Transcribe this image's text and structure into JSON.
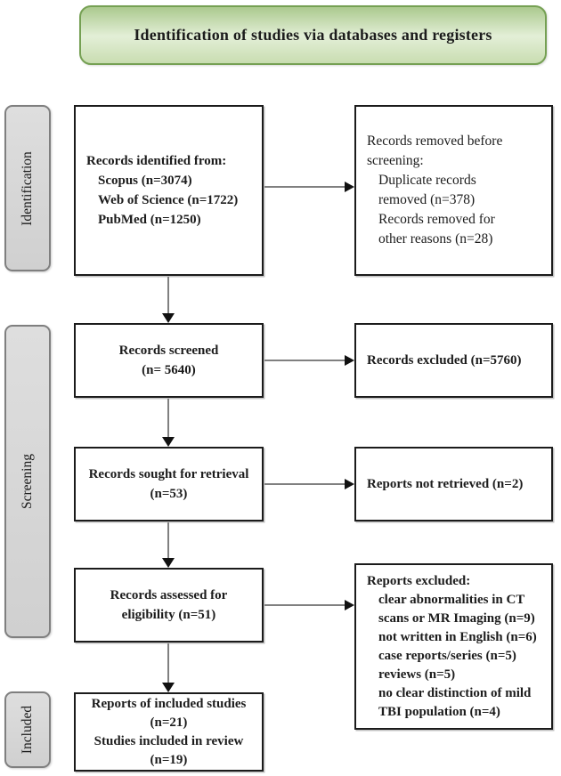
{
  "header": {
    "title": "Identification of studies via databases and registers"
  },
  "sidebar": {
    "identification": "Identification",
    "screening": "Screening",
    "included": "Included"
  },
  "boxes": {
    "identified": {
      "title": "Records identified from:",
      "items": [
        "Scopus (n=3074)",
        "Web of Science (n=1722)",
        "PubMed (n=1250)"
      ]
    },
    "removed_before": {
      "title": "Records removed before screening:",
      "items": [
        "Duplicate records removed (n=378)",
        "Records removed for other reasons (n=28)"
      ]
    },
    "screened": {
      "line1": "Records screened",
      "line2": "(n= 5640)"
    },
    "excluded": {
      "label": "Records excluded (n=5760)"
    },
    "sought": {
      "line1": "Records sought for retrieval",
      "line2": "(n=53)"
    },
    "not_retrieved": {
      "label": "Reports not retrieved (n=2)"
    },
    "assessed": {
      "line1": "Records assessed for",
      "line2": "eligibility (n=51)"
    },
    "reports_excluded": {
      "title": "Reports excluded:",
      "items": [
        "clear abnormalities in CT scans or MR Imaging (n=9)",
        "not written in English (n=6)",
        "case reports/series (n=5)",
        "reviews (n=5)",
        "no clear distinction of mild TBI population (n=4)"
      ]
    },
    "included_studies": {
      "line1": "Reports of included studies",
      "line2": "(n=21)",
      "line3": "Studies included in review",
      "line4": "(n=19)"
    }
  },
  "colors": {
    "green_border": "#75a053",
    "green_top": "#abc98e",
    "green_mid": "#e3efd7",
    "green_bottom": "#c9ddb1",
    "gray_border": "#7f7f7f",
    "line_gray": "#808080",
    "arrow_black": "#111111",
    "box_border": "#1b1b1b",
    "text": "#1c1c1c"
  }
}
